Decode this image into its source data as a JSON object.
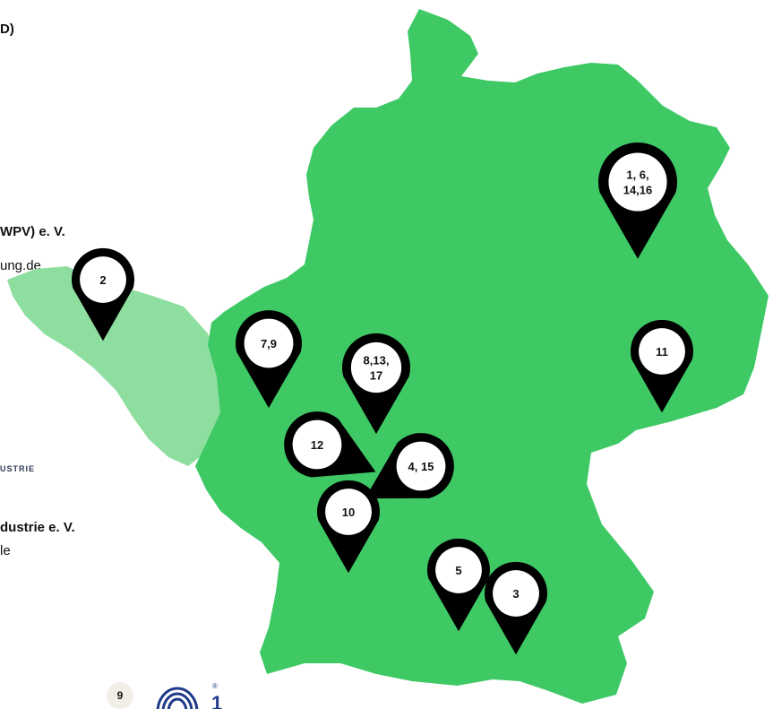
{
  "texts": {
    "heading_fragment": "D)",
    "org1_name_fragment": "WPV) e. V.",
    "org1_url_fragment": "ung.de",
    "org2_logo_fragment": "USTRIE",
    "org2_name_fragment": "dustrie e. V.",
    "org2_url_fragment": "le"
  },
  "colors": {
    "germany": "#3ec965",
    "neighbor": "#8ede9f",
    "pin": "#000000",
    "pin_inner": "#ffffff",
    "badge": "#f1eee6",
    "gs1_blue": "#1f3a8a"
  },
  "badge": {
    "label": "9"
  },
  "pins": [
    {
      "id": "pin-1-6-14-16",
      "lines": [
        "1, 6,",
        "14,16"
      ]
    },
    {
      "id": "pin-2",
      "lines": [
        "2"
      ]
    },
    {
      "id": "pin-7-9",
      "lines": [
        "7,9"
      ]
    },
    {
      "id": "pin-8-13-17",
      "lines": [
        "8,13,",
        "17"
      ]
    },
    {
      "id": "pin-11",
      "lines": [
        "11"
      ]
    },
    {
      "id": "pin-12",
      "lines": [
        "12"
      ]
    },
    {
      "id": "pin-4-15",
      "lines": [
        "4, 15"
      ]
    },
    {
      "id": "pin-10",
      "lines": [
        "10"
      ]
    },
    {
      "id": "pin-5",
      "lines": [
        "5"
      ]
    },
    {
      "id": "pin-3",
      "lines": [
        "3"
      ]
    }
  ],
  "logo": {
    "name": "gs1-logo-icon",
    "registered": "®",
    "mark": "1"
  }
}
